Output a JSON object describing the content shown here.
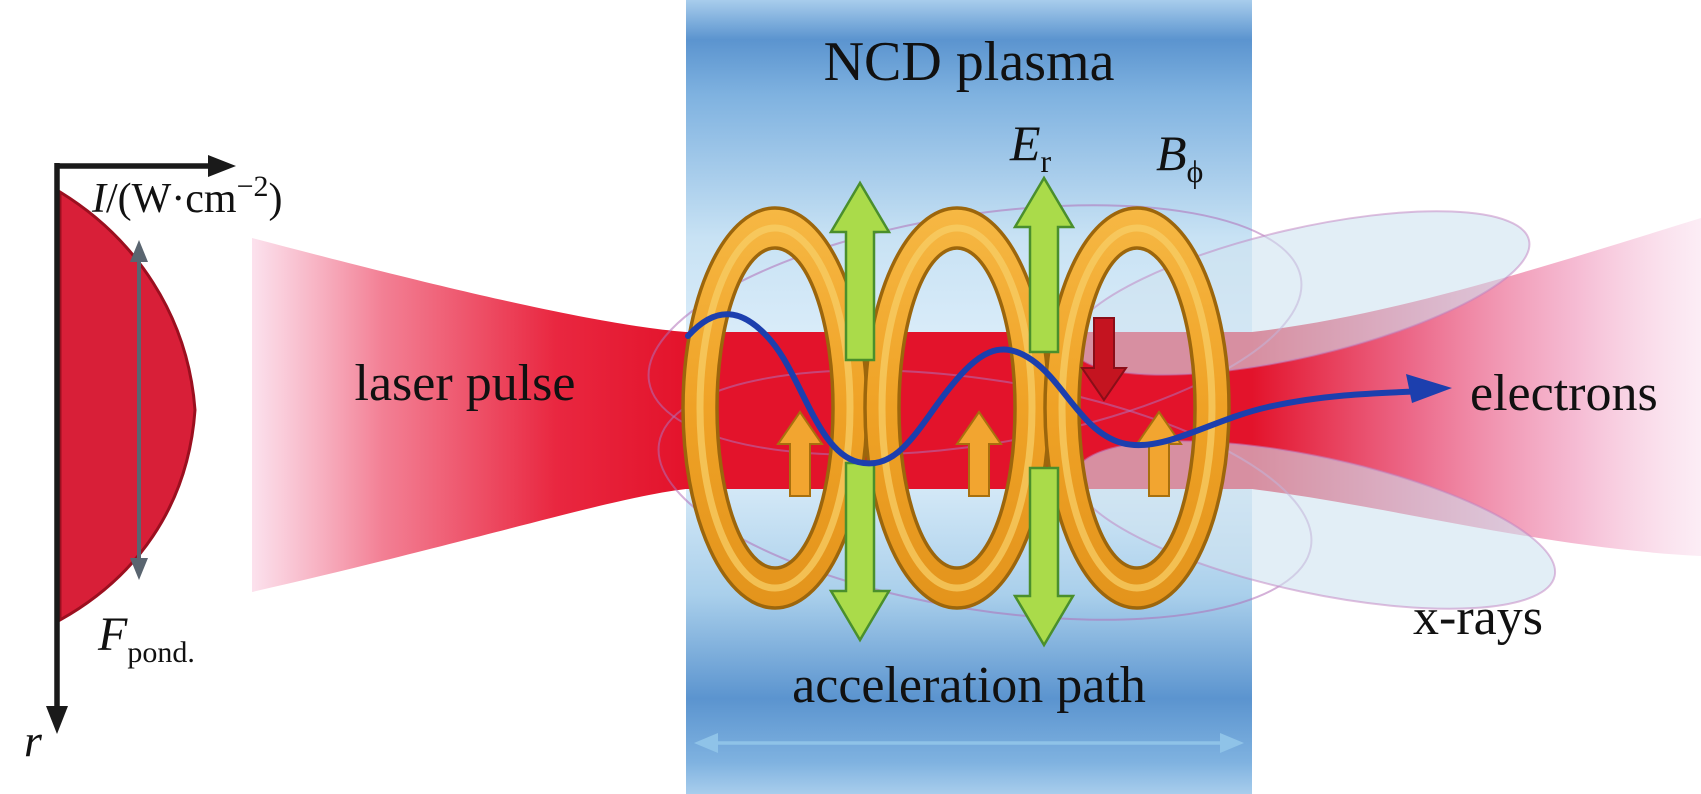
{
  "figure": {
    "labels": {
      "ncd_plasma": "NCD plasma",
      "laser_pulse": "laser pulse",
      "electrons": "electrons",
      "xrays": "x-rays",
      "acceleration_path": "acceleration path",
      "axis_r": "r",
      "intensity_var": "I",
      "intensity_unit": "/(W·cm",
      "intensity_sup": "−2",
      "intensity_close": ")",
      "force_var": "F",
      "force_sub": "pond.",
      "efield_var": "E",
      "efield_sub": "r",
      "bfield_var": "B",
      "bfield_sub": "ϕ"
    },
    "colors": {
      "laser_red": "#e3132b",
      "laser_pink": "#f8d7ea",
      "plasma_blue": "#5b94cf",
      "plasma_light": "#ddeefa",
      "ring_orange": "#f0a62c",
      "ring_edge": "#9c660c",
      "field_green": "#aadb4a",
      "field_green_edge": "#4a8f2c",
      "electron_blue": "#1c3fae",
      "xray_fill": "#cfe2f0",
      "xray_edge": "#b06fb8",
      "axis_black": "#1a1a1a",
      "force_gray": "#5a6570",
      "accel_arrow_blue": "#8fc3e8",
      "down_arrow_red": "#c41420",
      "profile_red": "#d81f38"
    }
  }
}
